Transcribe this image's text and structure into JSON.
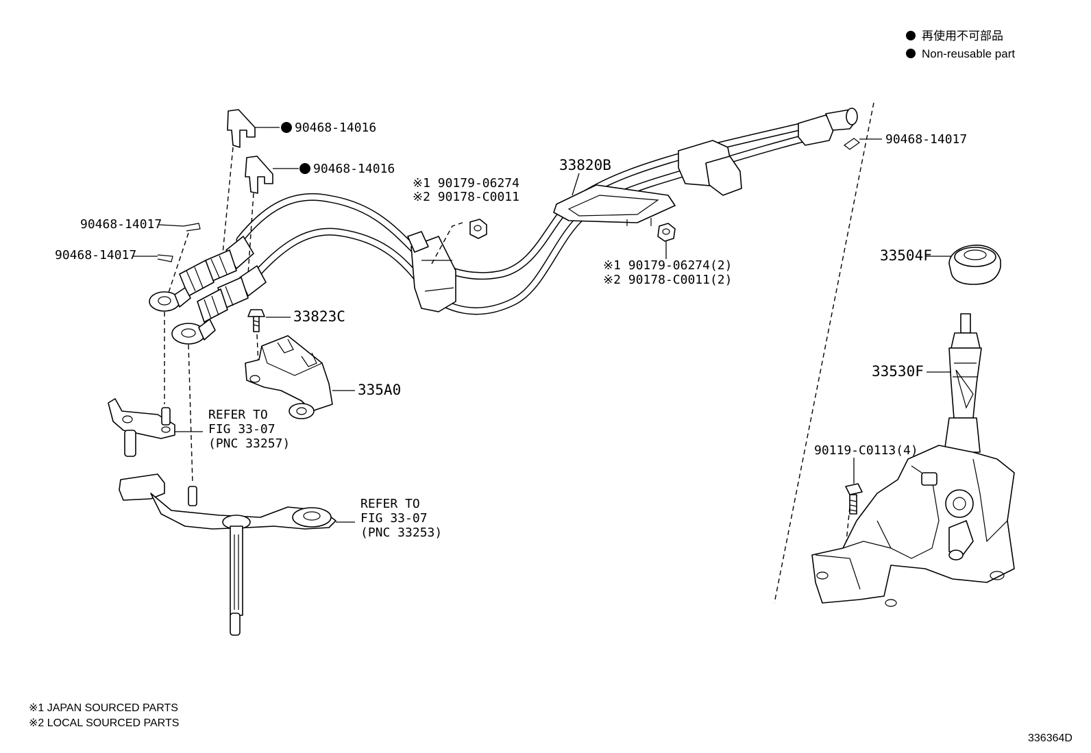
{
  "legend": {
    "jp": "再使用不可部品",
    "en": "Non-reusable part"
  },
  "labels": {
    "clip_upper": "90468-14016",
    "clip_lower": "90468-14016",
    "pin_upper": "90468-14017",
    "pin_lower": "90468-14017",
    "pin_right": "90468-14017",
    "cable_assy": "33820B",
    "nut_line1": "※1 90179-06274",
    "nut_line2": "※2 90178-C0011",
    "nut2_line1": "※1 90179-06274(2)",
    "nut2_line2": "※2 90178-C0011(2)",
    "knob": "33504F",
    "bolt_33823c": "33823C",
    "bracket": "335A0",
    "shift_lever": "33530F",
    "bolt_4": "90119-C0113(4)",
    "refer1_line1": "REFER TO",
    "refer1_line2": "FIG 33-07",
    "refer1_line3": "(PNC 33257)",
    "refer2_line1": "REFER TO",
    "refer2_line2": "FIG 33-07",
    "refer2_line3": "(PNC 33253)"
  },
  "notes": {
    "note1": "※1  JAPAN SOURCED PARTS",
    "note2": "※2  LOCAL SOURCED PARTS"
  },
  "diagram_id": "336364D"
}
